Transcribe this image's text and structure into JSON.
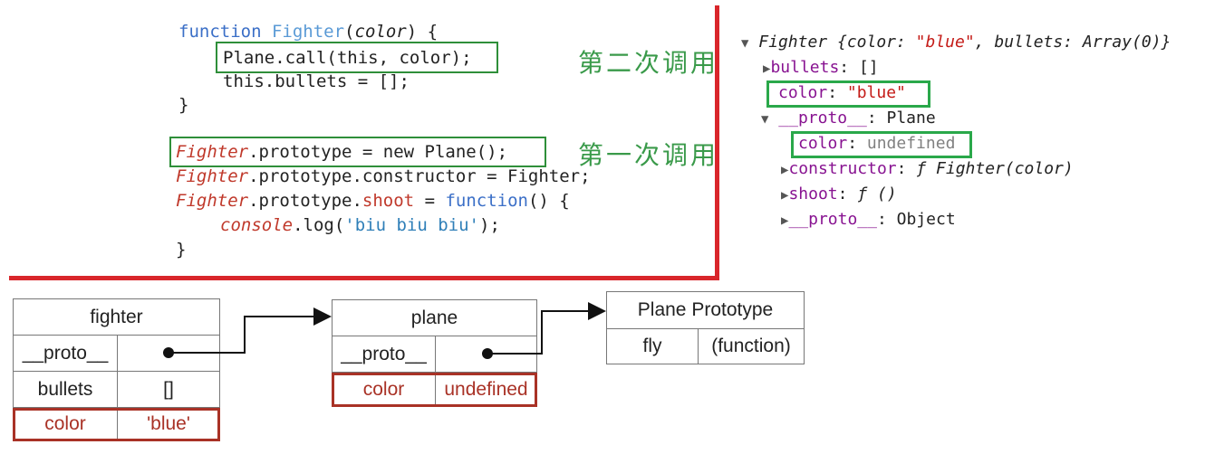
{
  "code": {
    "kw_function": "function",
    "fighter_name": "Fighter",
    "param_color": "color",
    "open_paren": "(",
    "close_brace_open": ") {",
    "call_line": "Plane.call(this, color);",
    "bullets_line": "this.bullets = [];",
    "close_brace": "}",
    "proto_fighter": "Fighter",
    "proto_assign": ".prototype = new Plane();",
    "ctor_fighter": "Fighter",
    "ctor_assign": ".prototype.constructor = Fighter;",
    "shoot_fighter": "Fighter",
    "shoot_proto": ".prototype.",
    "shoot_name": "shoot",
    "shoot_eq": " = ",
    "shoot_func": "function",
    "shoot_tail": "() {",
    "console": "console",
    "log_open": ".log(",
    "log_str": "'biu biu biu'",
    "log_close": ");",
    "close_brace2": "}"
  },
  "annotations": {
    "second_call": "第二次调用",
    "first_call": "第一次调用"
  },
  "devtools": {
    "root_triangle": "▼",
    "root_label": "Fighter {color: ",
    "root_color_value": "\"blue\"",
    "root_tail": ", bullets: Array(0)}",
    "bullets_key": "bullets",
    "bullets_value": ": []",
    "color_key": "color",
    "color_sep": ": ",
    "color_value": "\"blue\"",
    "proto_key": "__proto__",
    "proto_value": ": Plane",
    "proto_color_key": "color",
    "proto_color_sep": ": ",
    "proto_color_value": "undefined",
    "ctor_key": "constructor",
    "ctor_sep": ": ",
    "ctor_value": "ƒ Fighter(color)",
    "shoot_key": "shoot",
    "shoot_sep": ": ",
    "shoot_value": "ƒ ()",
    "proto2_key": "__proto__",
    "proto2_value": ": Object",
    "collapsed_triangle": "▶",
    "expanded_triangle": "▼"
  },
  "memory": {
    "fighter": {
      "title": "fighter",
      "rows": [
        {
          "key": "__proto__",
          "value": ""
        },
        {
          "key": "bullets",
          "value": "[]"
        },
        {
          "key": "color",
          "value": "'blue'"
        }
      ]
    },
    "plane": {
      "title": "plane",
      "rows": [
        {
          "key": "__proto__",
          "value": ""
        },
        {
          "key": "color",
          "value": "undefined"
        }
      ]
    },
    "plane_prototype": {
      "title": "Plane Prototype",
      "rows": [
        {
          "key": "fly",
          "value": "(function)"
        }
      ]
    }
  },
  "colors": {
    "divider_red": "#d9262b",
    "annotation_green": "#3a9a4a",
    "highlight_red": "#a93226",
    "devtools_box_green": "#2aa84a"
  }
}
